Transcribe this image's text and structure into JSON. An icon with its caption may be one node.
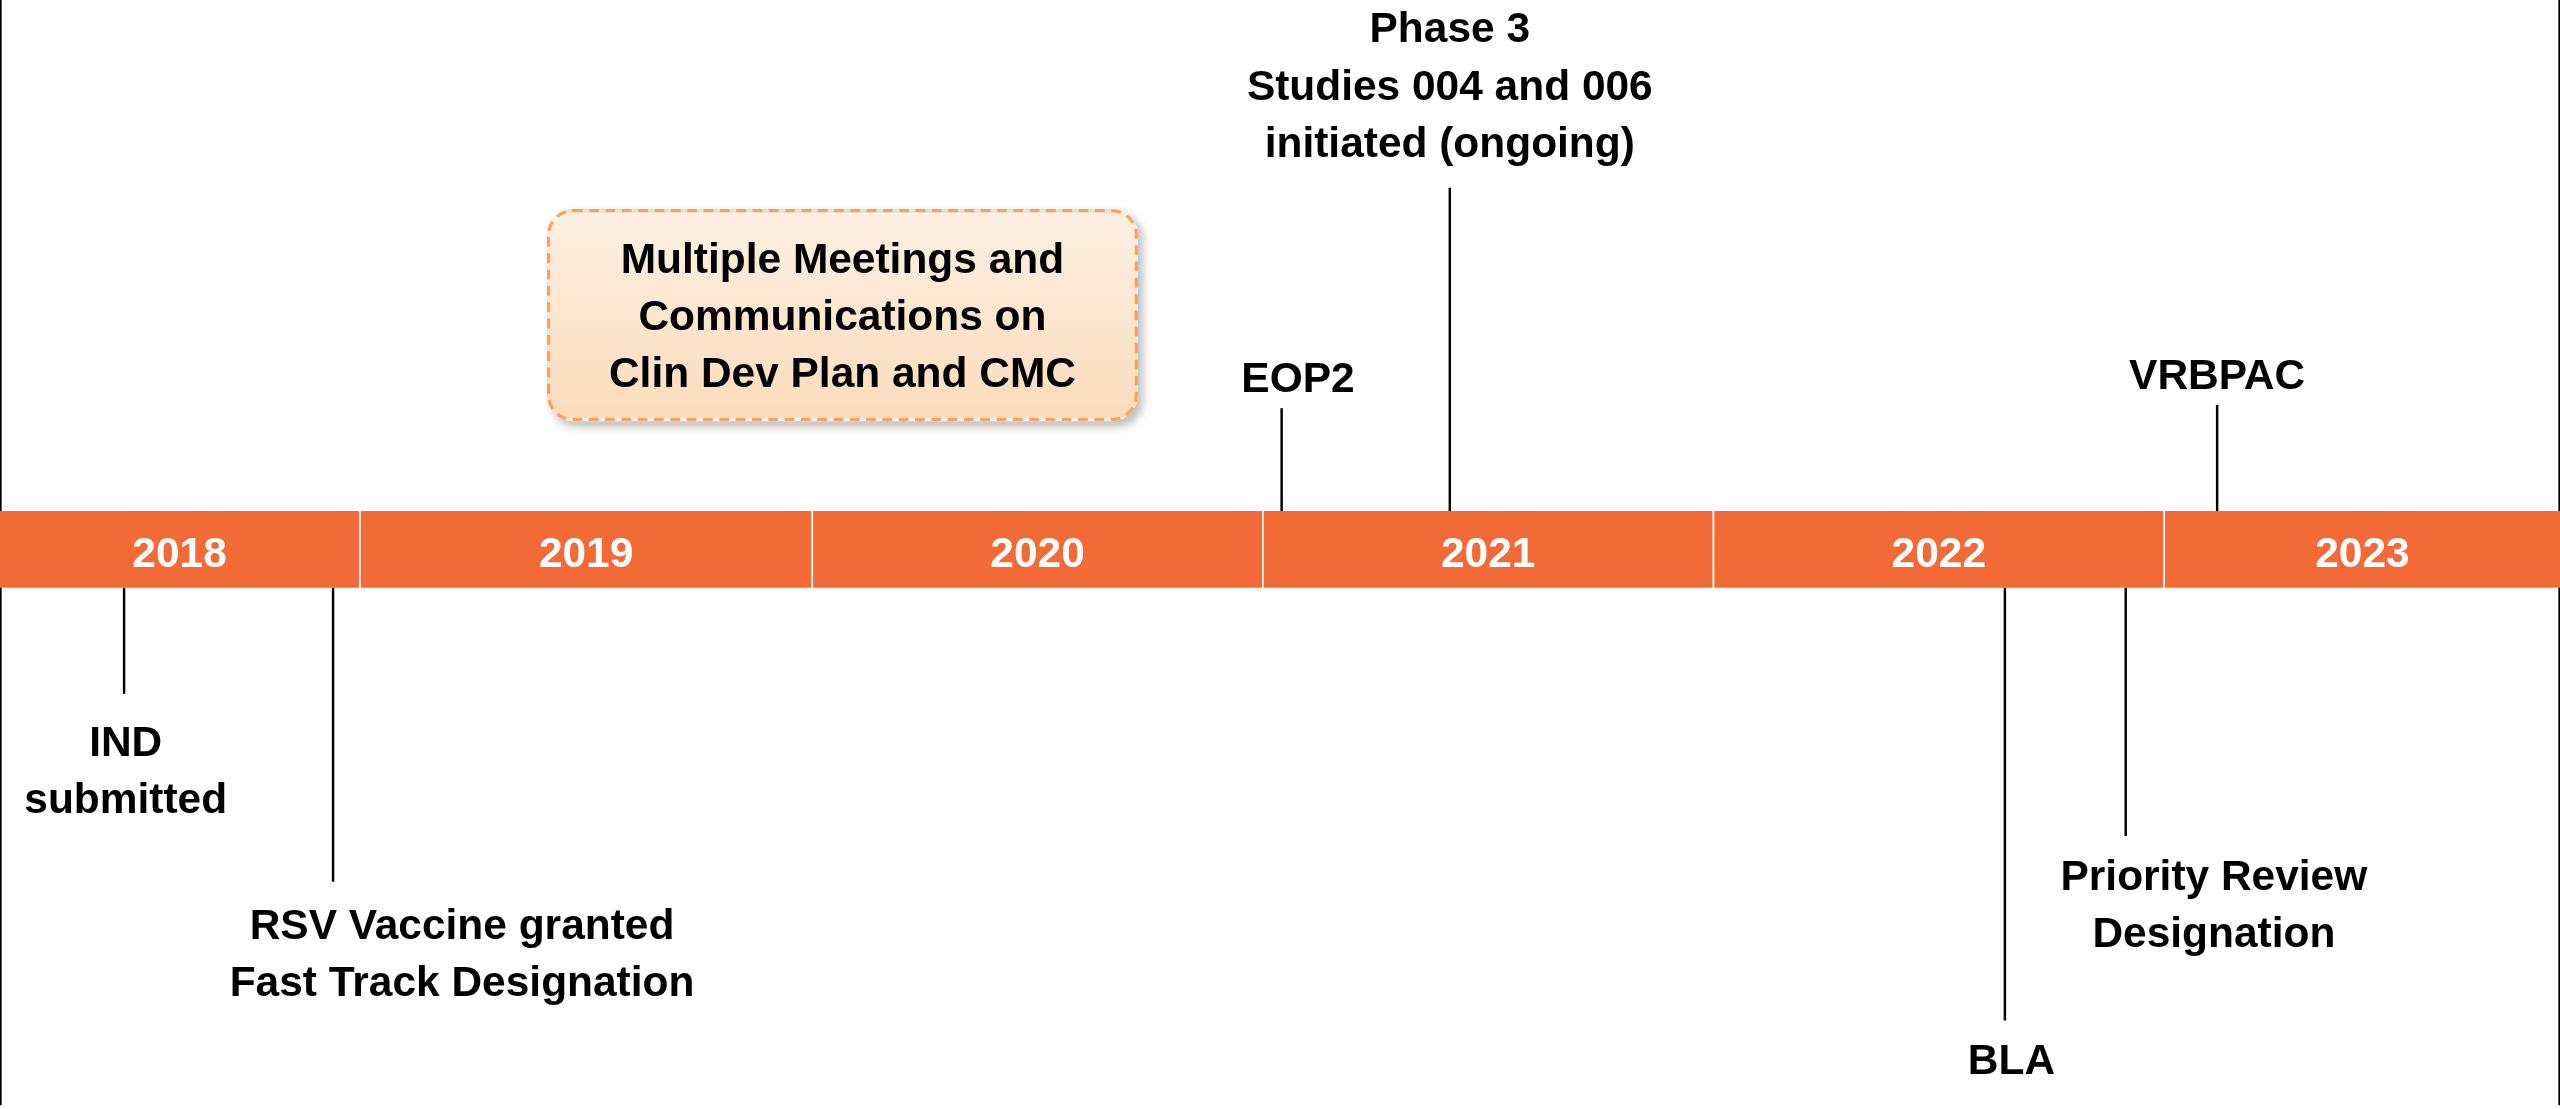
{
  "diagram": {
    "nodes": [
      {
        "text": [
          "2018"
        ]
      },
      {
        "text": [
          "2019"
        ]
      },
      {
        "text": [
          "2020"
        ]
      },
      {
        "text": [
          "2021"
        ]
      },
      {
        "text": [
          "2022"
        ]
      },
      {
        "text": [
          "2023"
        ]
      },
      {
        "text": [
          "Multiple Meetings and Communications on Clin Dev Plan and CMC"
        ]
      },
      {
        "text": [
          "Phase 3",
          "Studies 004 and 006 initiated (ongoing)"
        ]
      },
      {
        "text": [
          "EOP2"
        ]
      },
      {
        "text": [
          "VRBPAC"
        ]
      },
      {
        "text": [
          "IND submitted"
        ]
      },
      {
        "text": [
          "RSV Vaccine granted Fast Track Designation"
        ]
      },
      {
        "text": [
          "Priority Review Designation"
        ]
      },
      {
        "text": [
          "BLA"
        ]
      }
    ],
    "edges": [
      {
        "from": 7,
        "to": 3,
        "arrow": "none"
      },
      {
        "from": 8,
        "to": 3,
        "arrow": "none"
      },
      {
        "from": 9,
        "to": 5,
        "arrow": "none"
      },
      {
        "from": 10,
        "to": 0,
        "arrow": "none"
      },
      {
        "from": 11,
        "to": 0,
        "arrow": "none"
      },
      {
        "from": 12,
        "to": 4,
        "arrow": "none"
      },
      {
        "from": 13,
        "to": 4,
        "arrow": "none"
      }
    ]
  }
}
